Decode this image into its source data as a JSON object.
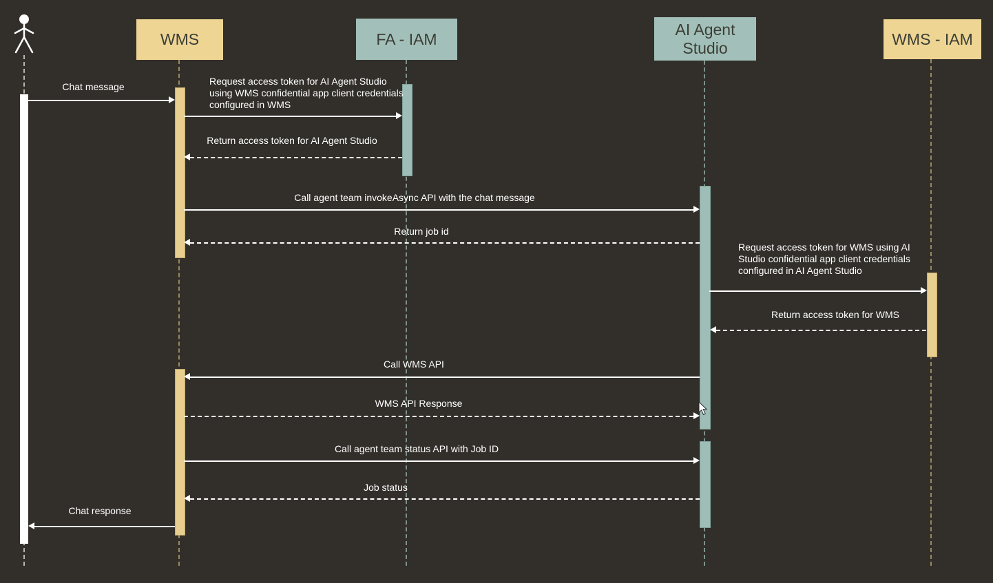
{
  "colors": {
    "background": "#322f2a",
    "participant_yellow": "#eed593",
    "participant_teal": "#a2c0b9",
    "activation_yellow": "#e8cf90",
    "activation_teal": "#9dbdb6",
    "activation_white": "#ffffff",
    "message_text": "#ffffff",
    "header_text": "#3c3e36"
  },
  "participants": [
    {
      "id": "user",
      "type": "actor-stick-figure",
      "label": ""
    },
    {
      "id": "wms",
      "label": "WMS",
      "color": "#eed593"
    },
    {
      "id": "fa_iam",
      "label": "FA - IAM",
      "color": "#a2c0b9"
    },
    {
      "id": "ai_agent_studio",
      "label": "AI Agent Studio",
      "color": "#a2c0b9"
    },
    {
      "id": "wms_iam",
      "label": "WMS - IAM",
      "color": "#eed593"
    }
  ],
  "messages": [
    {
      "label": "Chat message",
      "from": "user",
      "to": "wms",
      "line": "solid"
    },
    {
      "label": "Request access token for AI Agent Studio using WMS confidential app  client credentials configured in WMS",
      "from": "wms",
      "to": "fa_iam",
      "line": "solid"
    },
    {
      "label": "Return access token for AI Agent Studio",
      "from": "fa_iam",
      "to": "wms",
      "line": "dashed"
    },
    {
      "label": "Call agent team invokeAsync API with the chat message",
      "from": "wms",
      "to": "ai_agent_studio",
      "line": "solid"
    },
    {
      "label": "Return job id",
      "from": "ai_agent_studio",
      "to": "wms",
      "line": "dashed"
    },
    {
      "label": "Request access token for WMS using AI Studio  confidential app  client credentials configured in AI Agent Studio",
      "from": "ai_agent_studio",
      "to": "wms_iam",
      "line": "solid"
    },
    {
      "label": "Return access token for WMS",
      "from": "wms_iam",
      "to": "ai_agent_studio",
      "line": "dashed"
    },
    {
      "label": "Call WMS API",
      "from": "ai_agent_studio",
      "to": "wms",
      "line": "solid"
    },
    {
      "label": "WMS API Response",
      "from": "wms",
      "to": "ai_agent_studio",
      "line": "dashed"
    },
    {
      "label": "Call agent team status API with Job ID",
      "from": "wms",
      "to": "ai_agent_studio",
      "line": "solid"
    },
    {
      "label": "Job status",
      "from": "ai_agent_studio",
      "to": "wms",
      "line": "dashed"
    },
    {
      "label": "Chat response",
      "from": "wms",
      "to": "user",
      "line": "solid"
    }
  ]
}
